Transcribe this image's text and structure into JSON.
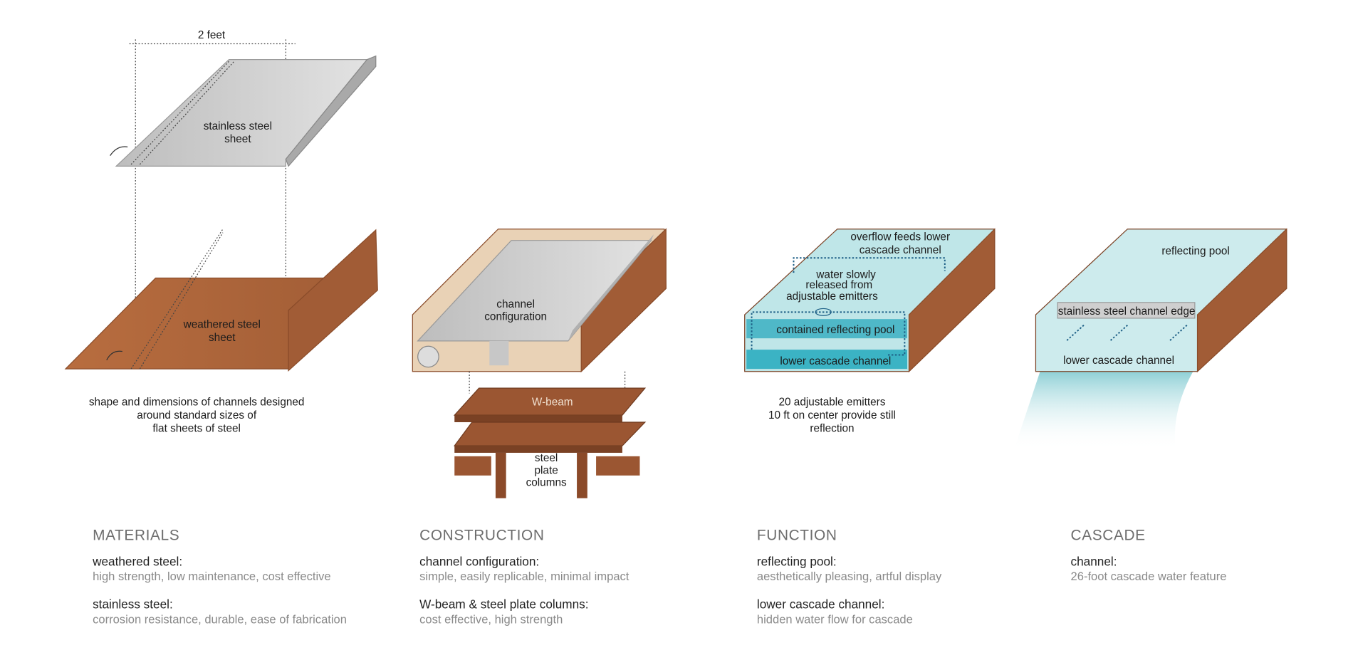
{
  "diagram": {
    "dimension_label": "2 feet",
    "stainless_sheet": [
      "stainless steel",
      "sheet"
    ],
    "weathered_sheet": [
      "weathered steel",
      "sheet"
    ],
    "materials_caption": [
      "shape and dimensions of channels designed",
      "around standard sizes of",
      "flat sheets of steel"
    ],
    "channel_config": [
      "channel",
      "configuration"
    ],
    "wbeam": "W-beam",
    "columns": [
      "steel",
      "plate",
      "columns"
    ],
    "overflow": [
      "overflow feeds lower",
      "cascade channel"
    ],
    "water_slowly": [
      "water slowly",
      "released from",
      "adjustable emitters"
    ],
    "contained_pool": "contained reflecting pool",
    "lower_channel_fn": "lower cascade channel",
    "emitters_caption": [
      "20 adjustable emitters",
      "10 ft on center provide still",
      "reflection"
    ],
    "reflecting_pool": "reflecting pool",
    "steel_edge": "stainless steel channel edge",
    "lower_channel_cascade": "lower cascade channel"
  },
  "sections": [
    {
      "heading": "MATERIALS",
      "items": [
        {
          "term": "weathered steel:",
          "desc": "high strength, low maintenance, cost effective"
        },
        {
          "term": "stainless steel:",
          "desc": "corrosion resistance, durable, ease of fabrication"
        }
      ]
    },
    {
      "heading": "CONSTRUCTION",
      "items": [
        {
          "term": "channel configuration:",
          "desc": "simple, easily replicable, minimal impact"
        },
        {
          "term": "W-beam & steel plate columns:",
          "desc": "cost effective, high strength"
        }
      ]
    },
    {
      "heading": "FUNCTION",
      "items": [
        {
          "term": "reflecting pool:",
          "desc": "aesthetically pleasing, artful display"
        },
        {
          "term": "lower cascade channel:",
          "desc": "hidden water flow for cascade"
        }
      ]
    },
    {
      "heading": "CASCADE",
      "items": [
        {
          "term": "channel:",
          "desc": "26-foot cascade water feature"
        }
      ]
    }
  ],
  "colors": {
    "weathered": "#b06a3e",
    "weathered_dark": "#8a4c2a",
    "stainless": "#d4d4d4",
    "water": "#a8dde0",
    "water_deep": "#3bb3c4",
    "arrow": "#1d5f86"
  }
}
